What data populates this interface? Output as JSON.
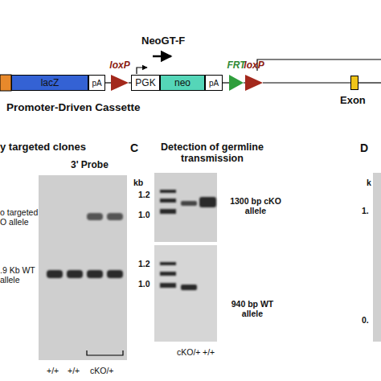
{
  "diagram": {
    "nodes": [
      {
        "text": [
          "lacZ"
        ]
      },
      {
        "text": [
          "pA"
        ]
      },
      {
        "text": [
          "loxP"
        ]
      },
      {
        "text": [
          "PGK"
        ]
      },
      {
        "text": [
          "neo"
        ]
      },
      {
        "text": [
          "pA"
        ]
      },
      {
        "text": [
          "FRT"
        ]
      },
      {
        "text": [
          "loxP"
        ]
      },
      {
        "text": [
          "Exon"
        ]
      }
    ],
    "edges": [
      {
        "from": 1,
        "to": 2,
        "arrow": "none"
      },
      {
        "from": 2,
        "to": 3,
        "arrow": "none"
      },
      {
        "from": 5,
        "to": 6,
        "arrow": "none"
      },
      {
        "from": 6,
        "to": 7,
        "arrow": "none"
      },
      {
        "from": 7,
        "to": 8,
        "arrow": "none"
      }
    ],
    "labels": [
      "NeoGT-F",
      "Promoter-Driven Cassette",
      "y targeted clones",
      "3' Probe",
      "o targeted O allele",
      ".9 Kb WT allele",
      "+/+",
      "+/+",
      "cKO/+",
      "C",
      "Detection of germline transmission",
      "kb",
      "1.2",
      "1.0",
      "1300 bp cKO allele",
      "1.2",
      "1.0",
      "940 bp WT allele",
      "cKO/+",
      "+/+",
      "D",
      "k",
      "1.",
      "0."
    ]
  }
}
